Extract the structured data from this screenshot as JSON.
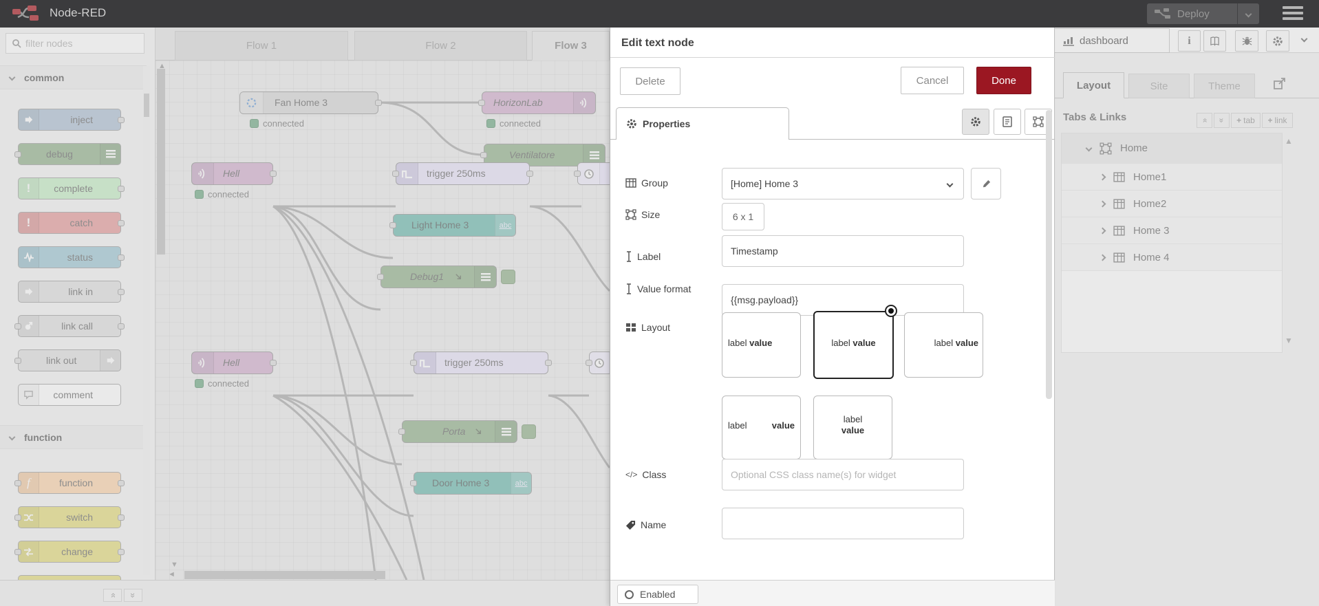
{
  "header": {
    "title": "Node-RED",
    "deploy_label": "Deploy"
  },
  "palette": {
    "search_placeholder": "filter nodes",
    "categories": [
      {
        "label": "common",
        "items": [
          {
            "label": "inject"
          },
          {
            "label": "debug"
          },
          {
            "label": "complete"
          },
          {
            "label": "catch"
          },
          {
            "label": "status"
          },
          {
            "label": "link in"
          },
          {
            "label": "link call"
          },
          {
            "label": "link out"
          },
          {
            "label": "comment"
          }
        ]
      },
      {
        "label": "function",
        "items": [
          {
            "label": "function"
          },
          {
            "label": "switch"
          },
          {
            "label": "change"
          }
        ]
      }
    ]
  },
  "workspace": {
    "tabs": [
      {
        "label": "Flow 1"
      },
      {
        "label": "Flow 2"
      },
      {
        "label": "Flow 3"
      }
    ],
    "status_label": "connected",
    "badge_abc": "abc",
    "nodes": [
      {
        "label": "Fan Home 3"
      },
      {
        "label": "HorizonLab"
      },
      {
        "label": "Ventilatore"
      },
      {
        "label": "Hell"
      },
      {
        "label": "trigger 250ms"
      },
      {
        "label": "Light Home 3"
      },
      {
        "label": "Debug1"
      },
      {
        "label": "Hell"
      },
      {
        "label": "trigger 250ms"
      },
      {
        "label": "Porta"
      },
      {
        "label": "Door Home 3"
      }
    ]
  },
  "tray": {
    "title": "Edit text node",
    "delete_label": "Delete",
    "cancel_label": "Cancel",
    "done_label": "Done",
    "tab_properties": "Properties",
    "fields": {
      "group": {
        "label": "Group",
        "value": "[Home] Home 3"
      },
      "size": {
        "label": "Size",
        "value": "6 x 1"
      },
      "label": {
        "label": "Label",
        "value": "Timestamp"
      },
      "value_format": {
        "label": "Value format",
        "value": "{{msg.payload}}"
      },
      "layout": {
        "label": "Layout",
        "option_label": "label",
        "option_value": "value",
        "selected_index": 1
      },
      "class": {
        "label": "Class",
        "value": "",
        "placeholder": "Optional CSS class name(s) for widget"
      },
      "name": {
        "label": "Name",
        "value": ""
      }
    },
    "footer": {
      "enabled_label": "Enabled"
    }
  },
  "sidebar": {
    "active_tab": "dashboard",
    "tabs": [
      {
        "label": "Layout"
      },
      {
        "label": "Site"
      },
      {
        "label": "Theme"
      }
    ],
    "section_title": "Tabs & Links",
    "toolbar": {
      "add_tab_label": "tab",
      "add_link_label": "link"
    },
    "tree": {
      "root": "Home",
      "children": [
        "Home1",
        "Home2",
        "Home 3",
        "Home 4"
      ]
    }
  },
  "colors": {
    "header_bg": "#3b3b3d",
    "done_red": "#9b1722",
    "status_green": "#61a178",
    "node_inject": "#a6bbcf",
    "node_debug": "#87a980",
    "node_complete": "#c0edc0",
    "node_catch": "#e49191",
    "node_status": "#94c1d0",
    "node_link": "#dddddd",
    "node_function": "#fdd0a2",
    "node_switch": "#e2d96e",
    "node_ui_purple": "#cfa8cb",
    "node_trigger": "#e6e0f8",
    "node_ui_teal": "#5eb3a7",
    "node_gray": "#d3d3d3"
  }
}
